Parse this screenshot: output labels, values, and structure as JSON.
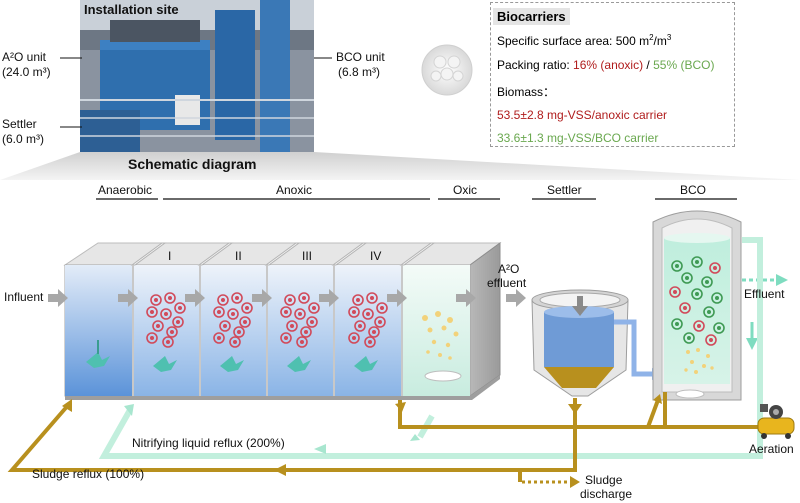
{
  "photo": {
    "title": "Installation site",
    "a2o_unit": "A²O unit",
    "a2o_volume": "(24.0 m³)",
    "settler": "Settler",
    "settler_volume": "(6.0 m³)",
    "bco_unit": "BCO unit",
    "bco_volume": "(6.8 m³)"
  },
  "biocarriers": {
    "title": "Biocarriers",
    "surface_label": "Specific surface area: 500 m",
    "surface_sup": "2",
    "surface_mid": "/m",
    "surface_sup2": "3",
    "packing_label": "Packing ratio: ",
    "packing_anoxic": "16% (anoxic)",
    "packing_sep": " / ",
    "packing_bco": "55% (BCO)",
    "biomass_label": "Biomass：",
    "biomass_anoxic": "53.5±2.8 mg-VSS/anoxic carrier",
    "biomass_bco": "33.6±1.3 mg-VSS/BCO carrier"
  },
  "schematic": {
    "title": "Schematic diagram",
    "anaerobic": "Anaerobic",
    "anoxic": "Anoxic",
    "oxic": "Oxic",
    "settler": "Settler",
    "bco": "BCO",
    "compartments": [
      "I",
      "II",
      "III",
      "IV"
    ],
    "influent": "Influent",
    "a2o_effluent_line1": "A²O",
    "a2o_effluent_line2": "effluent",
    "effluent": "Effluent",
    "nitrifying_reflux": "Nitrifying liquid reflux (200%)",
    "sludge_reflux": "Sludge reflux (100%)",
    "sludge_discharge_line1": "Sludge",
    "sludge_discharge_line2": "discharge",
    "aeration": "Aeration"
  },
  "colors": {
    "tank_blue": "#4a86d8",
    "mint": "#bde8d8",
    "gold": "#b8901e",
    "carrier_red": "#d14a5a",
    "carrier_green": "#3f9a54",
    "photo_blue": "#2f6fae"
  }
}
